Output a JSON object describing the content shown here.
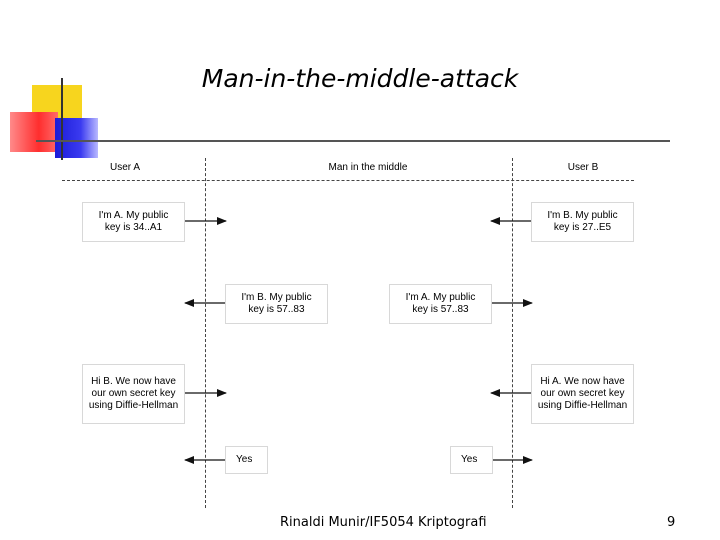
{
  "slide": {
    "title": "Man-in-the-middle-attack",
    "footer": "Rinaldi Munir/IF5054 Kriptografi",
    "page_number": "9"
  },
  "diagram": {
    "columns": {
      "user_a": "User A",
      "man_in_middle": "Man in the middle",
      "user_b": "User B"
    },
    "messages": {
      "a_key": "I'm A. My public\nkey is 34..A1",
      "b_key": "I'm B. My public\nkey is 27..E5",
      "mitm_to_a": "I'm B. My public\nkey is 57..83",
      "mitm_to_b": "I'm A. My public\nkey is 57..83",
      "a_secret": "Hi B. We now have\nour own secret key\nusing Diffie-Hellman",
      "b_secret": "Hi A. We now have\nour own secret key\nusing Diffie-Hellman",
      "yes_to_a": "Yes",
      "yes_to_b": "Yes"
    },
    "colors": {
      "logo_yellow": "#f7d51e",
      "logo_red": "#ff2e2e",
      "logo_blue": "#1b1bd8",
      "line": "#444444"
    }
  }
}
